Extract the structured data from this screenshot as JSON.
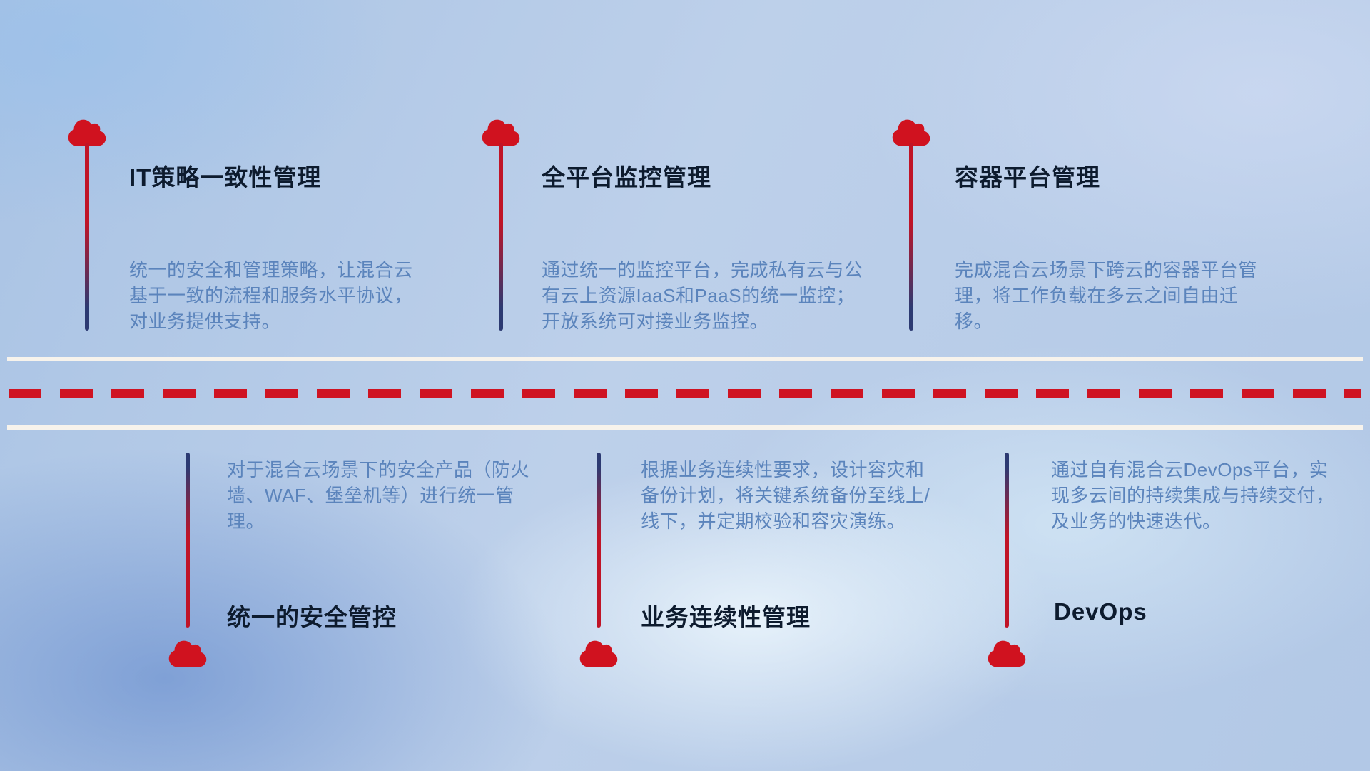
{
  "colors": {
    "cloud_red": "#d0121f",
    "line_red": "#c01427",
    "line_navy": "#2c3a72",
    "title_text": "#0d1b2e",
    "body_text": "#5b84bc",
    "road_line": "#f7f3ec",
    "dash_red": "#cf1322"
  },
  "top_items": [
    {
      "icon": "cloud",
      "title": "IT策略一致性管理",
      "desc": "统一的安全和管理策略，让混合云基于一致的流程和服务水平协议，对业务提供支持。"
    },
    {
      "icon": "cloud",
      "title": "全平台监控管理",
      "desc": "通过统一的监控平台，完成私有云与公有云上资源IaaS和PaaS的统一监控；开放系统可对接业务监控。"
    },
    {
      "icon": "cloud",
      "title": "容器平台管理",
      "desc": "完成混合云场景下跨云的容器平台管理，将工作负载在多云之间自由迁移。"
    }
  ],
  "bottom_items": [
    {
      "icon": "cloud",
      "title": "统一的安全管控",
      "desc": "对于混合云场景下的安全产品（防火墙、WAF、堡垒机等）进行统一管理。"
    },
    {
      "icon": "cloud",
      "title": "业务连续性管理",
      "desc": "根据业务连续性要求，设计容灾和备份计划，将关键系统备份至线上/线下，并定期校验和容灾演练。"
    },
    {
      "icon": "cloud",
      "title": "DevOps",
      "desc": "通过自有混合云DevOps平台，实现多云间的持续集成与持续交付，及业务的快速迭代。"
    }
  ]
}
